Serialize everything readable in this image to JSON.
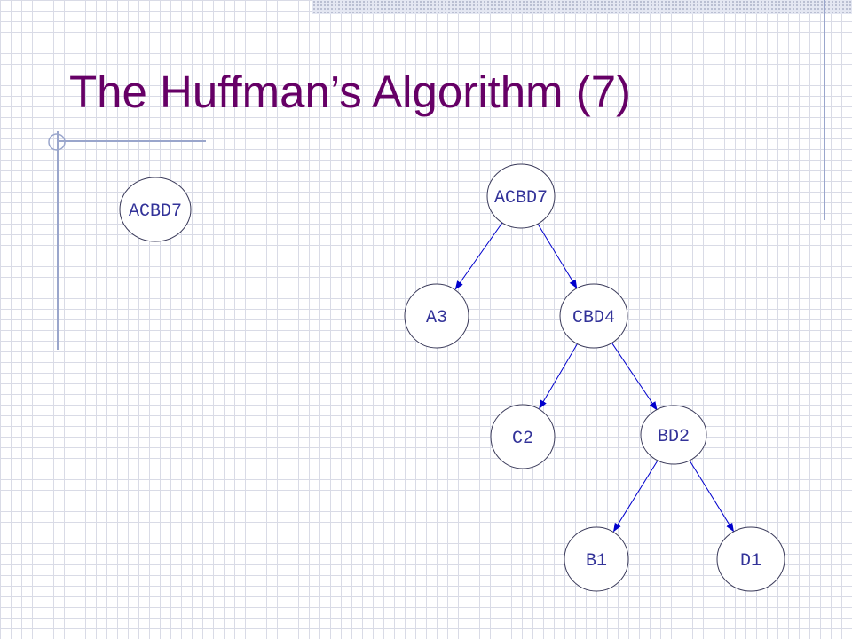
{
  "slide": {
    "title": "The Huffman’s Algorithm (7)"
  },
  "standalone_node": {
    "label": "ACBD7"
  },
  "tree": {
    "nodes": [
      {
        "id": "ACBD7",
        "label": "ACBD7"
      },
      {
        "id": "A3",
        "label": "A3"
      },
      {
        "id": "CBD4",
        "label": "CBD4"
      },
      {
        "id": "C2",
        "label": "C2"
      },
      {
        "id": "BD2",
        "label": "BD2"
      },
      {
        "id": "B1",
        "label": "B1"
      },
      {
        "id": "D1",
        "label": "D1"
      }
    ],
    "edges": [
      {
        "from": "ACBD7",
        "to": "A3"
      },
      {
        "from": "ACBD7",
        "to": "CBD4"
      },
      {
        "from": "CBD4",
        "to": "C2"
      },
      {
        "from": "CBD4",
        "to": "BD2"
      },
      {
        "from": "BD2",
        "to": "B1"
      },
      {
        "from": "BD2",
        "to": "D1"
      }
    ]
  },
  "colors": {
    "title": "#660066",
    "node_text": "#333399",
    "edge": "#0000cc",
    "node_stroke": "#3a3a5a",
    "accent_rule": "#9aa6cc"
  }
}
